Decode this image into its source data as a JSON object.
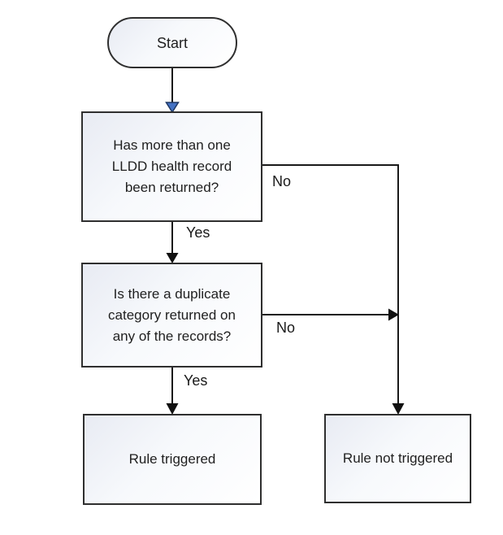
{
  "nodes": {
    "start": {
      "label": "Start"
    },
    "decision1": {
      "label": "Has more than one\nLLDD health record\nbeen returned?"
    },
    "decision2": {
      "label": "Is there a duplicate\ncategory returned on\nany of the records?"
    },
    "rule_triggered": {
      "label": "Rule triggered"
    },
    "rule_not_triggered": {
      "label": "Rule not triggered"
    }
  },
  "edge_labels": {
    "decision1_no": "No",
    "decision1_yes": "Yes",
    "decision2_no": "No",
    "decision2_yes": "Yes"
  },
  "colors": {
    "line": "#1a1a1a",
    "node_border": "#2f2f2f",
    "node_fill_tint": "#e8ebf3",
    "node_fill_end": "#ffffff",
    "arrowhead": "#111111",
    "arrowhead_accent": "#4472c4",
    "arrowhead_accent_outline": "#1f3864"
  }
}
